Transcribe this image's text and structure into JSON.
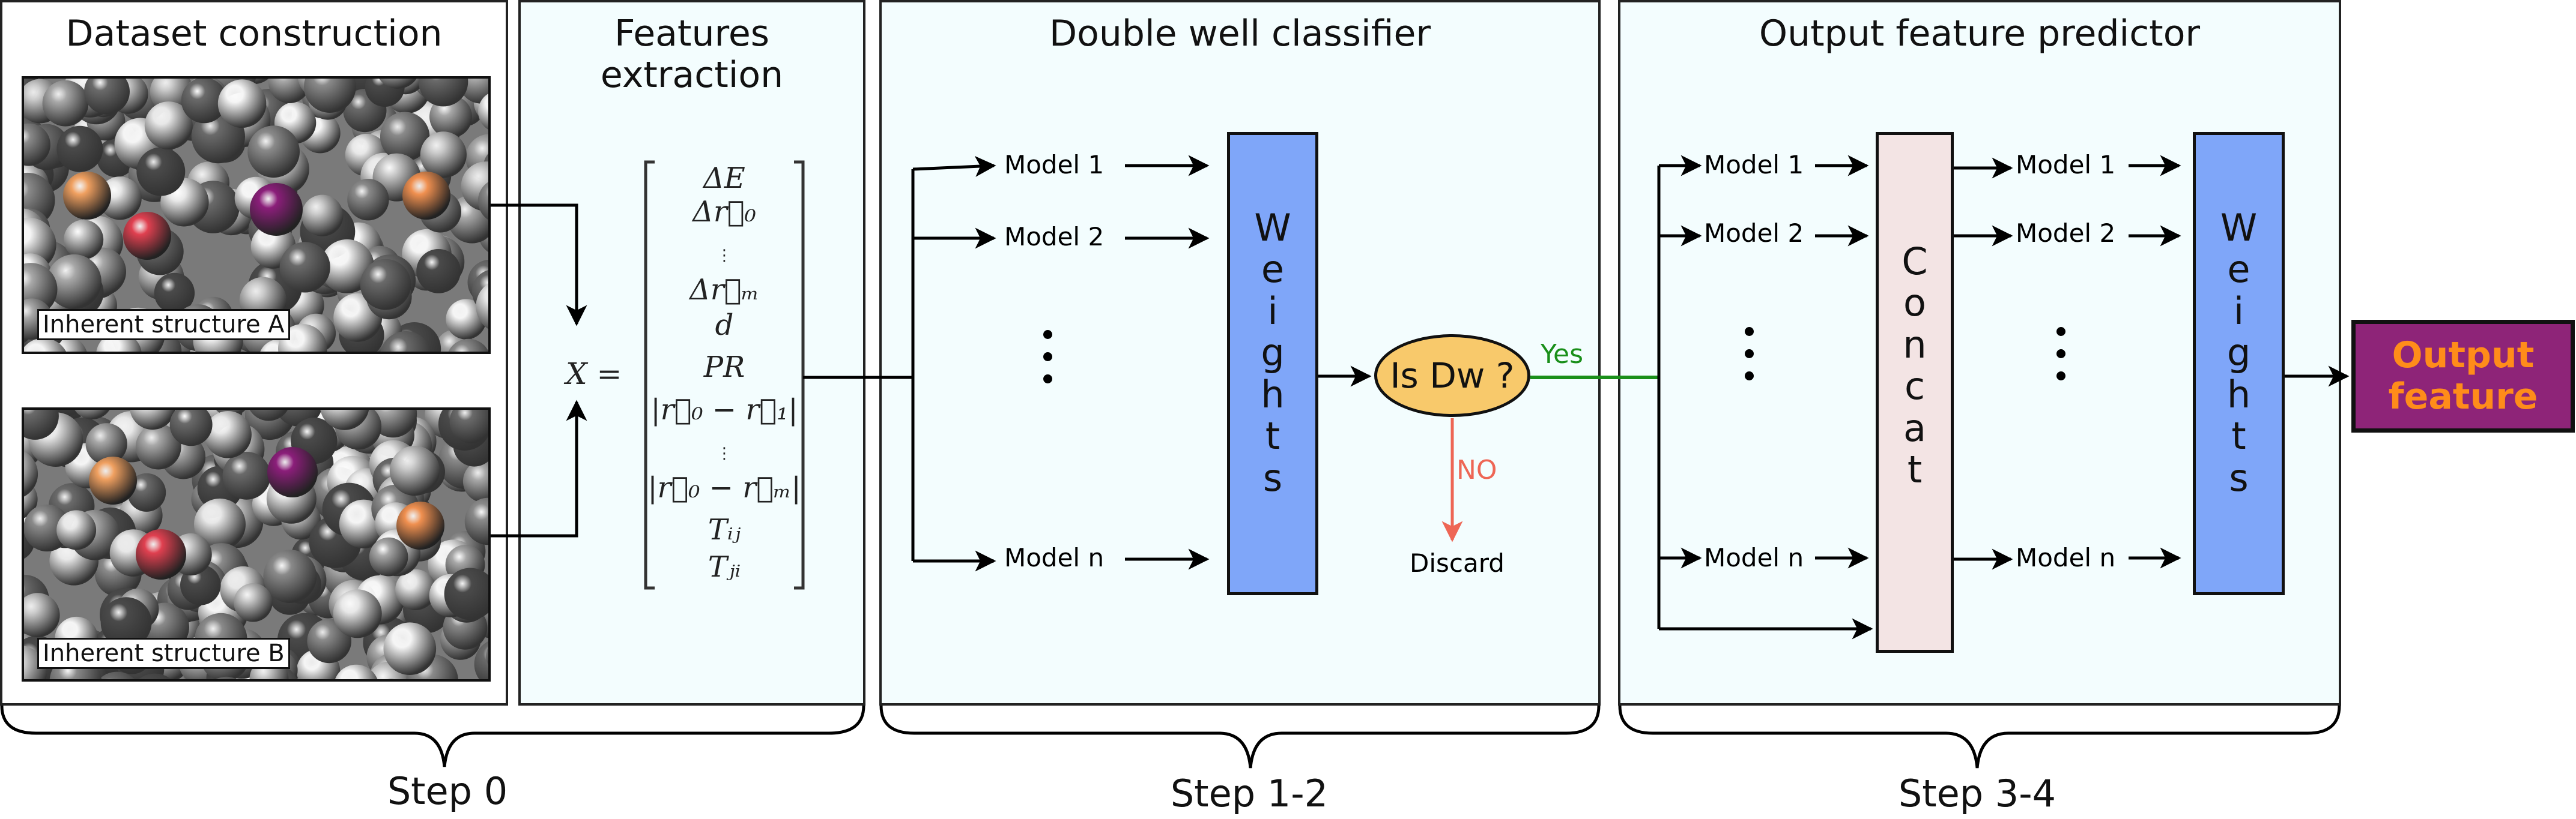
{
  "panels": {
    "dataset": {
      "title": "Dataset construction",
      "image_a_label": "Inherent structure A",
      "image_b_label": "Inherent structure B"
    },
    "features": {
      "title_line1": "Features",
      "title_line2": "extraction",
      "x_label": "X =",
      "rows": [
        "ΔE",
        "Δr⃗₀",
        "Δr⃗ₘ",
        "d",
        "PR",
        "|r⃗₀ − r⃗₁|",
        "|r⃗₀ − r⃗ₘ|",
        "Tᵢⱼ",
        "Tⱼᵢ"
      ]
    },
    "classifier": {
      "title": "Double well classifier",
      "models": [
        "Model 1",
        "Model 2",
        "Model n"
      ],
      "weights_label": "Weights",
      "decision": "Is Dw ?",
      "yes_label": "Yes",
      "no_label": "NO",
      "discard_label": "Discard"
    },
    "predictor": {
      "title": "Output feature predictor",
      "models_in": [
        "Model 1",
        "Model 2",
        "Model n"
      ],
      "concat_label": "Concat",
      "models_out": [
        "Model 1",
        "Model 2",
        "Model n"
      ],
      "weights_label": "Weights"
    },
    "output": {
      "line1": "Output",
      "line2": "feature"
    }
  },
  "steps": [
    "Step 0",
    "Step 1-2",
    "Step 3-4"
  ],
  "colors": {
    "panel_bg": "#f3fdfe",
    "weights": "#7fa6f9",
    "concat": "#f3e4e4",
    "decision": "#f8c96b",
    "yes": "#1a8f1a",
    "no": "#ee6655",
    "output_bg": "#8e2478",
    "output_text": "#ff8c1a"
  },
  "icons": [
    "red-atom-icon",
    "orange-atom-icon",
    "purple-atom-icon"
  ]
}
